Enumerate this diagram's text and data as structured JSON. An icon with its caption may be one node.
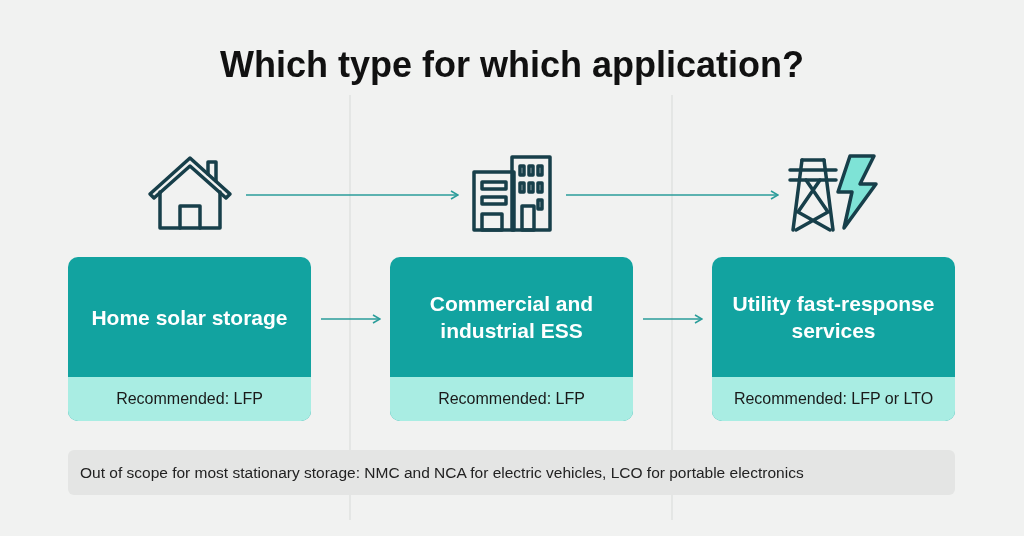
{
  "diagram": {
    "title": "Which type for which application?",
    "nodes": [
      {
        "text": [],
        "shape": "house"
      },
      {
        "text": [],
        "shape": "building"
      },
      {
        "text": [],
        "shape": "tower"
      },
      {
        "text": [
          "Home solar storage",
          "Recommended: LFP"
        ]
      },
      {
        "text": [
          "Commercial and industrial ESS",
          "Recommended: LFP"
        ]
      },
      {
        "text": [
          "Utility fast-response services",
          "Recommended: LFP or LTO"
        ]
      },
      {
        "text": [
          "Out of scope for most stationary storage: NMC and NCA for electric vehicles, LCO for portable electronics"
        ]
      }
    ],
    "edges": [
      {
        "from": 0,
        "to": 1,
        "arrow": "to"
      },
      {
        "from": 1,
        "to": 2,
        "arrow": "to"
      },
      {
        "from": 3,
        "to": 4,
        "arrow": "to"
      },
      {
        "from": 4,
        "to": 5,
        "arrow": "to"
      }
    ]
  }
}
